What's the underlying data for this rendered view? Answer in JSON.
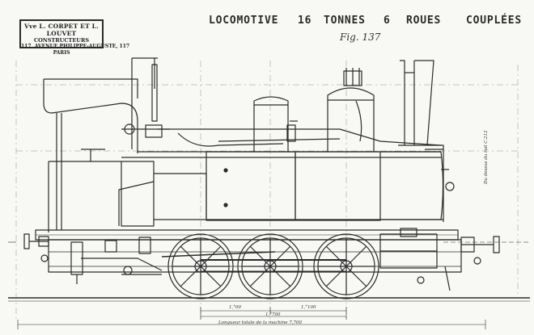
{
  "stamp": {
    "line1": "Vve L. CORPET ET L. LOUVET",
    "line2": "CONSTRUCTEURS",
    "line3": "117, AVENUE PHILIPPE-AUGUSTE, 117",
    "line4": "PARIS"
  },
  "title": {
    "word1": "LOCOMOTIVE",
    "word2": "16",
    "word3": "TONNES",
    "word4": "6",
    "word5": "ROUES",
    "word6": "COUPLÉES"
  },
  "figure_label": "Fig. 137",
  "annotations": {
    "dim_1": "1,°00",
    "dim_2": "1,°100",
    "dim_3": "1,°700",
    "overall_length": "Longueur totale de la machine 7,700",
    "right_vertical": "Du dessus du rail C.212"
  }
}
